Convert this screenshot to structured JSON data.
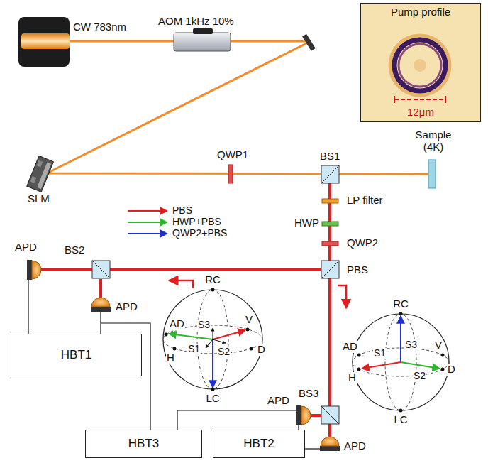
{
  "diagram": {
    "nodes": [
      {
        "text": [
          "Pump profile",
          "12μm"
        ]
      },
      {
        "text": [
          "HBT1"
        ]
      },
      {
        "text": [
          "HBT3"
        ]
      },
      {
        "text": [
          "HBT2"
        ]
      }
    ],
    "labels": [
      "CW 783nm",
      "AOM 1kHz 10%",
      "SLM",
      "QWP1",
      "BS1",
      "Sample (4K)",
      "LP filter",
      "HWP",
      "QWP2",
      "PBS",
      "APD",
      "BS2",
      "APD",
      "RC",
      "AD",
      "S3",
      "V",
      "S1",
      "S2",
      "D",
      "H",
      "LC",
      "RC",
      "AD",
      "S1",
      "S3",
      "V",
      "S2",
      "D",
      "H",
      "LC",
      "BS3",
      "APD",
      "APD"
    ],
    "legend": [
      {
        "text": "PBS"
      },
      {
        "text": "HWP+PBS"
      },
      {
        "text": "QWP2+PBS"
      }
    ]
  }
}
